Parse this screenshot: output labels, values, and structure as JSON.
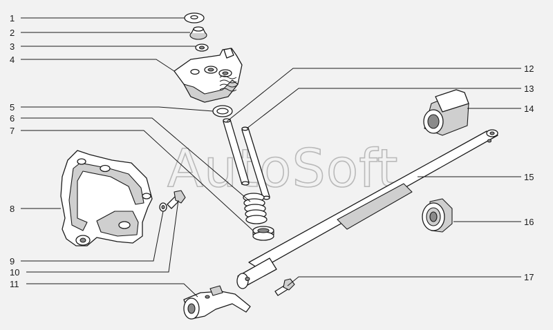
{
  "watermark": "AutoSoft",
  "callouts": [
    {
      "id": "callout-1",
      "label": "1"
    },
    {
      "id": "callout-2",
      "label": "2"
    },
    {
      "id": "callout-3",
      "label": "3"
    },
    {
      "id": "callout-4",
      "label": "4"
    },
    {
      "id": "callout-5",
      "label": "5"
    },
    {
      "id": "callout-6",
      "label": "6"
    },
    {
      "id": "callout-7",
      "label": "7"
    },
    {
      "id": "callout-8",
      "label": "8"
    },
    {
      "id": "callout-9",
      "label": "9"
    },
    {
      "id": "callout-10",
      "label": "10"
    },
    {
      "id": "callout-11",
      "label": "11"
    },
    {
      "id": "callout-12",
      "label": "12"
    },
    {
      "id": "callout-13",
      "label": "13"
    },
    {
      "id": "callout-14",
      "label": "14"
    },
    {
      "id": "callout-15",
      "label": "15"
    },
    {
      "id": "callout-16",
      "label": "16"
    },
    {
      "id": "callout-17",
      "label": "17"
    }
  ]
}
